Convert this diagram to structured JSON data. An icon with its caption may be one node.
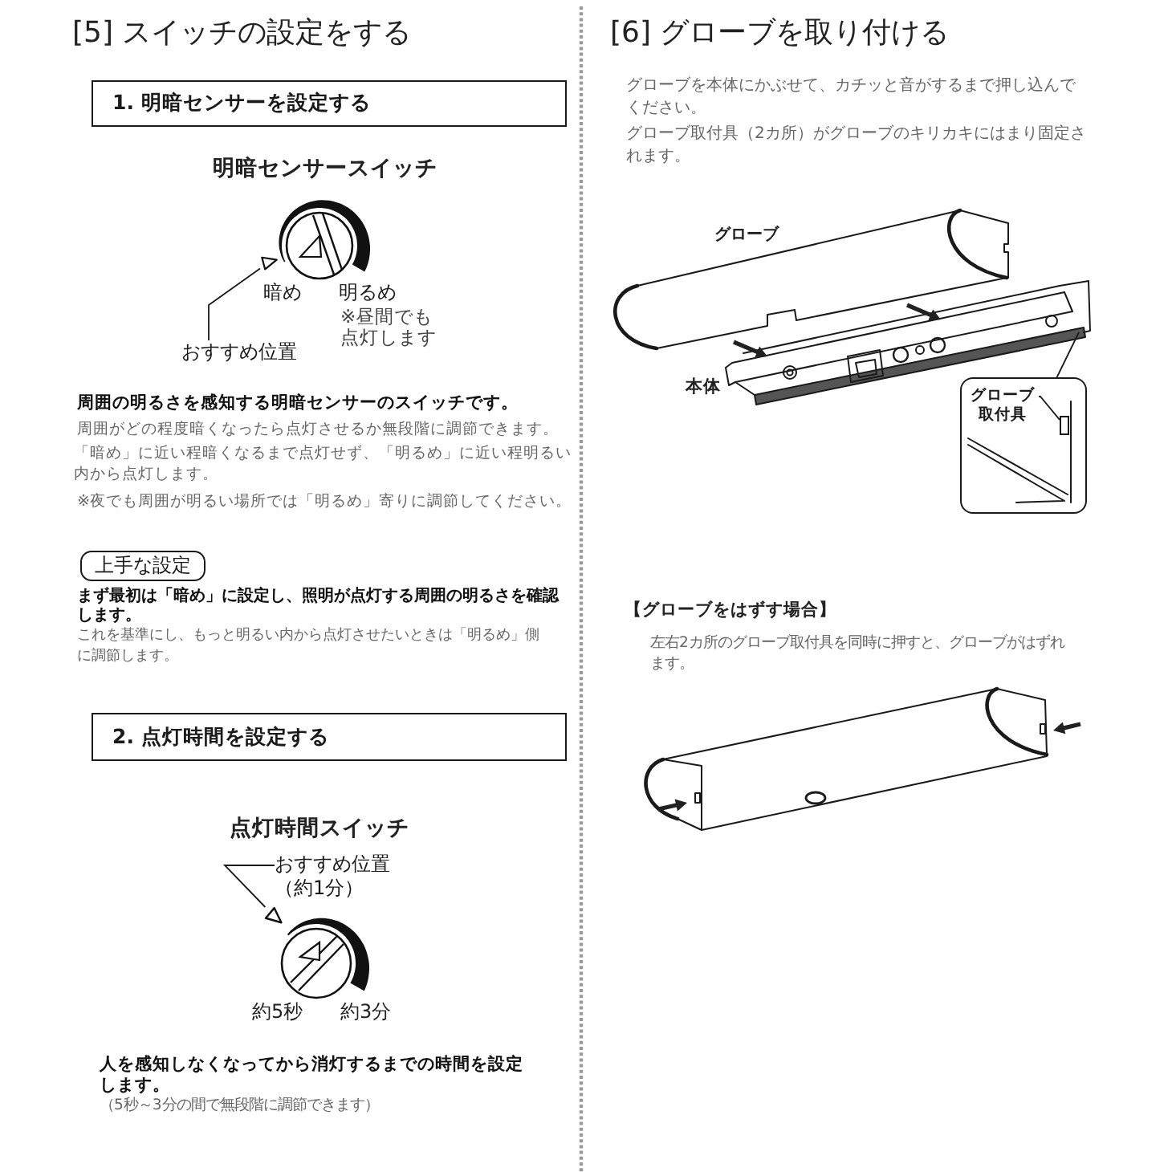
{
  "diagram": {
    "nodes": [
      {
        "text": [
          "1. 明暗センサーを設定する"
        ]
      },
      {
        "text": [
          "おすすめ位置"
        ]
      },
      {
        "text": [],
        "shape": "triangle"
      },
      {
        "text": [
          "上手な設定"
        ]
      },
      {
        "text": [
          "2. 点灯時間を設定する"
        ]
      },
      {
        "text": [
          "おすすめ位置（約1分）"
        ]
      },
      {
        "text": [],
        "shape": "triangle"
      },
      {
        "text": [],
        "shape": "box"
      },
      {
        "text": [
          "グローブ取付具"
        ],
        "in": 7
      },
      {
        "text": [],
        "shape": "box",
        "in": 7
      }
    ],
    "edges": [
      {
        "from": 1,
        "to": 2,
        "arrow": "none"
      },
      {
        "from": 5,
        "to": 6,
        "arrow": "none"
      },
      {
        "from": 8,
        "to": 9,
        "arrow": "none"
      },
      {
        "from": 7,
        "to": null,
        "arrow": "none"
      }
    ],
    "labels": [
      "[5] スイッチの設定をする",
      "明暗センサースイッチ",
      "暗め",
      "明るめ",
      "※昼間でも点灯します",
      "周囲の明るさを感知する明暗センサーのスイッチです。",
      "周囲がどの程度暗くなったら点灯させるか無段階に調節できます。",
      "「暗め」に近い程暗くなるまで点灯せず、「明るめ」に近い程明るい内から点灯します。",
      "※夜でも周囲が明るい場所では「明るめ」寄りに調節してください。",
      "まず最初は「暗め」に設定し、照明が点灯する周囲の明るさを確認します。",
      "これを基準にし、もっと明るい内から点灯させたいときは「明るめ」側に調節します。",
      "点灯時間スイッチ",
      "約5秒",
      "約3分",
      "人を感知しなくなってから消灯するまでの時間を設定します。",
      "（5秒～3分の間で無段階に調節できます）",
      "[6] グローブを取り付ける",
      "グローブを本体にかぶせて、カチッと音がするまで押し込んでください。",
      "グローブ取付具（2カ所）がグローブのキリカキにはまり固定されます。",
      "グローブ",
      "本体",
      "【グローブをはずす場合】",
      "左右2カ所のグローブ取付具を同時に押すと、グローブがはずれます。"
    ]
  }
}
